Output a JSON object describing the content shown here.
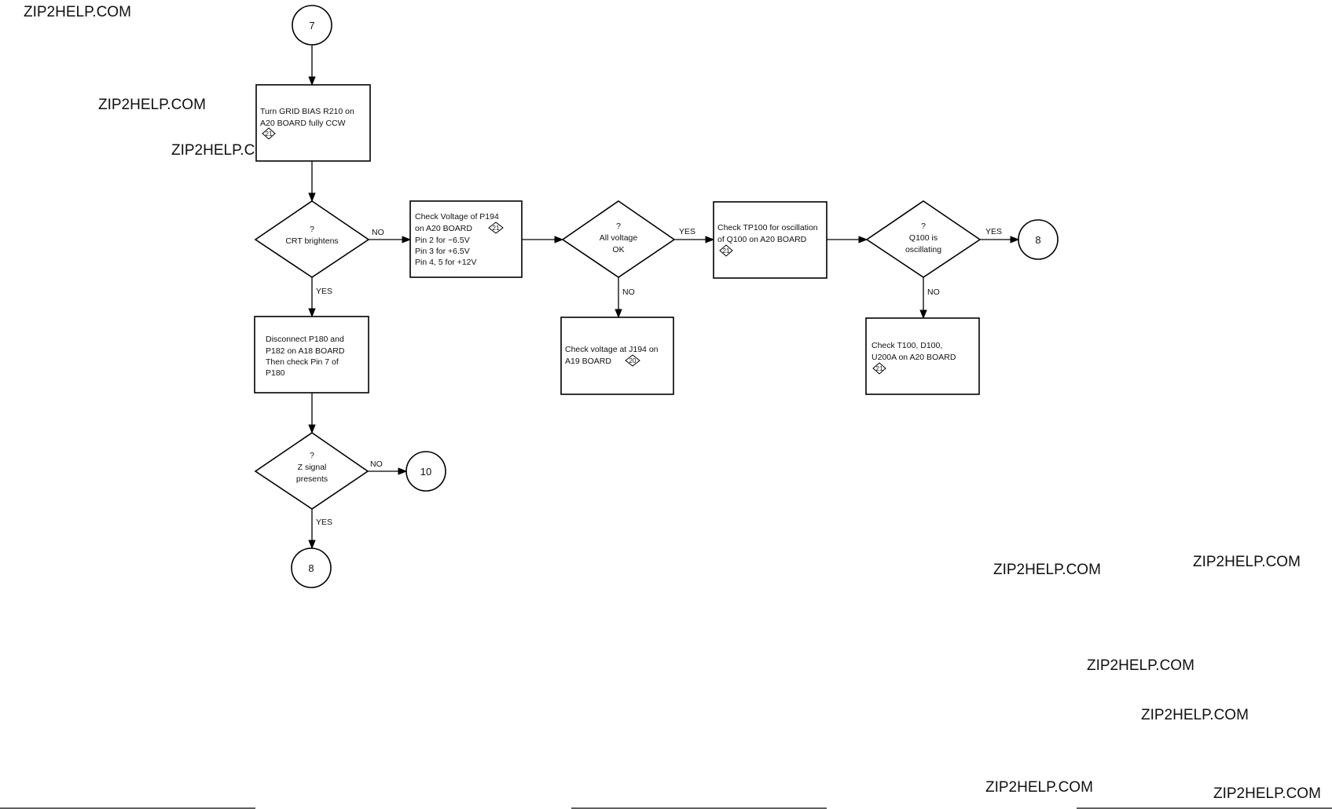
{
  "watermark": "ZIP2HELP.COM",
  "connectors": {
    "c7": "7",
    "c8a": "8",
    "c10": "10",
    "c8b": "8"
  },
  "boxes": {
    "grid_bias": [
      "Turn GRID BIAS R210 on",
      "A20 BOARD fully CCW"
    ],
    "check_voltage_p194": [
      "Check Voltage of P194",
      "on A20 BOARD",
      "Pin 2 for −6.5V",
      "Pin 3 for +6.5V",
      "Pin 4, 5 for +12V"
    ],
    "check_tp100": [
      "Check TP100 for oscillation",
      "of Q100 on A20 BOARD"
    ],
    "check_j194": [
      "Check voltage at J194 on",
      "A19 BOARD"
    ],
    "check_t100": [
      "Check T100, D100,",
      "U200A on A20 BOARD"
    ],
    "disconnect": [
      "Disconnect P180 and",
      "P182 on A18 BOARD",
      "Then check Pin 7 of",
      "P180"
    ]
  },
  "decisions": {
    "crt": [
      "?",
      "CRT brightens"
    ],
    "all_voltage": [
      "?",
      "All voltage",
      "OK"
    ],
    "q100": [
      "?",
      "Q100 is",
      "oscillating"
    ],
    "z_signal": [
      "?",
      "Z signal",
      "presents"
    ]
  },
  "refs": {
    "r21": "21",
    "r20": "20"
  },
  "labels": {
    "yes": "YES",
    "no": "NO"
  }
}
